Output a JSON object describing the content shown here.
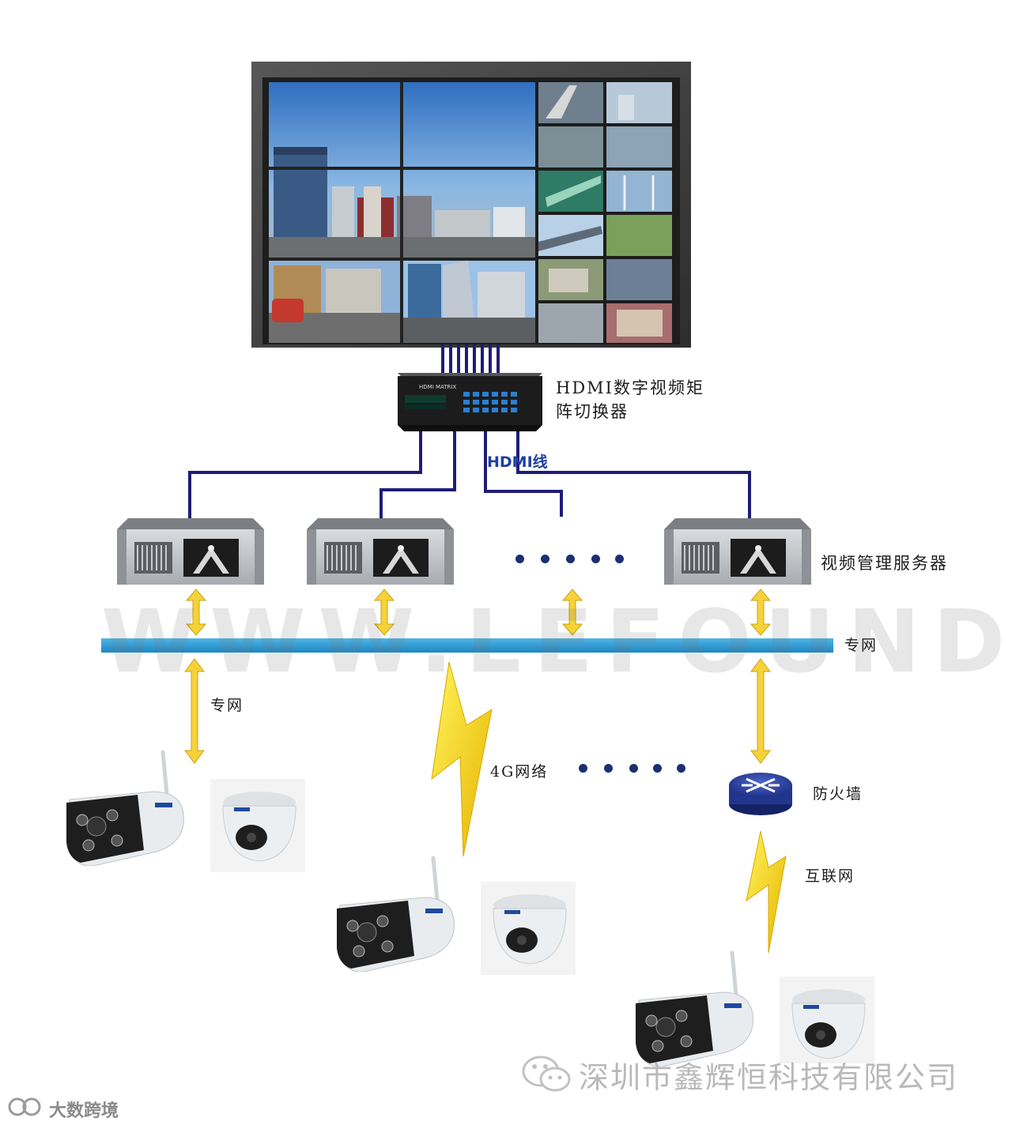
{
  "labels": {
    "matrix_line1": "HDMI数字视频矩",
    "matrix_line2": "阵切换器",
    "hdmi_cable": "HDMI线",
    "video_server": "视频管理服务器",
    "private_net_bus": "专网",
    "private_net_link": "专网",
    "net_4g": "4G网络",
    "firewall": "防火墙",
    "internet": "互联网"
  },
  "device": {
    "matrix_panel_text": "HDMI MATRIX"
  },
  "watermark": "WWW.LEFOUND.NET",
  "footer": {
    "company": "深圳市鑫辉恒科技有限公司",
    "source": "大数跨境"
  },
  "colors": {
    "network_bus": "#2f9fd8",
    "cable": "#1f1c78",
    "arrow_fill": "#f6d23a",
    "lightning": "#f4d114",
    "dots": "#1b2f72"
  },
  "icons": {
    "video_wall": "video-wall-icon",
    "matrix": "hdmi-matrix-icon",
    "server": "rack-server-icon",
    "bullet_camera": "bullet-camera-icon",
    "dome_camera": "dome-camera-icon",
    "firewall": "firewall-router-icon",
    "lightning": "lightning-icon",
    "wechat": "wechat-icon"
  }
}
